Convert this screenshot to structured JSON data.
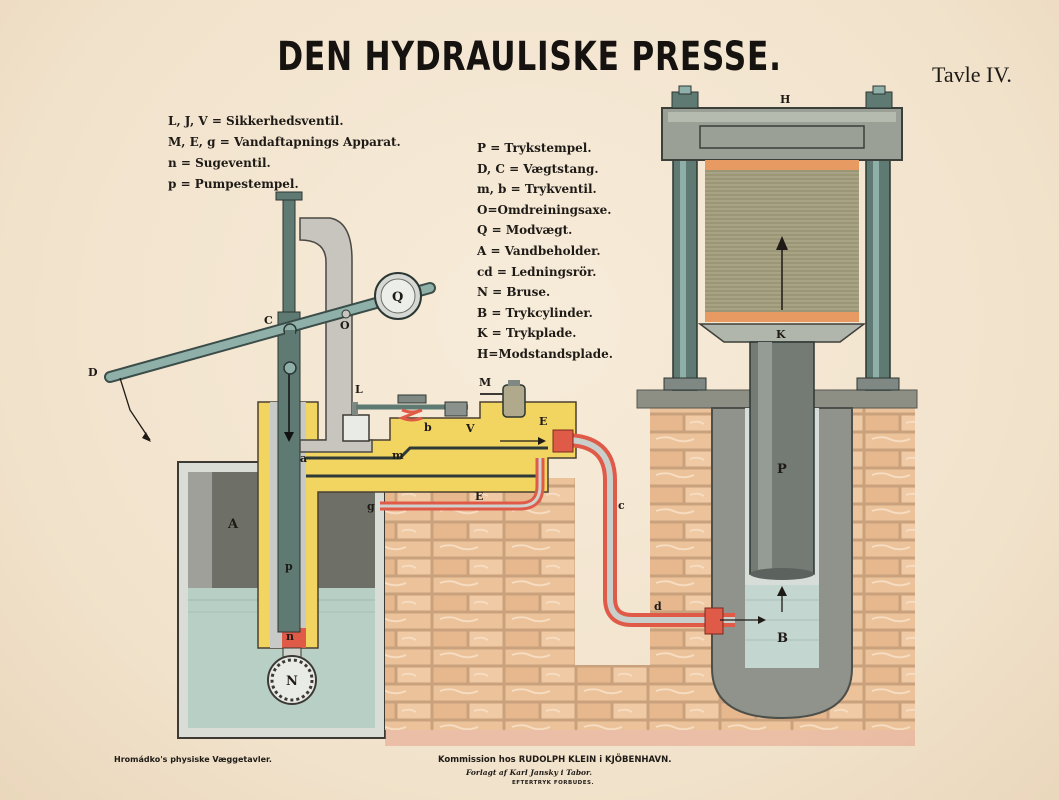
{
  "title": "DEN HYDRAULISKE PRESSE.",
  "plate": "Tavle IV.",
  "legend_left": [
    "L, J, V = Sikkerhedsventil.",
    "M, E, g = Vandaftapnings Apparat.",
    "n = Sugeventil.",
    "p = Pumpestempel."
  ],
  "legend_right": [
    "P = Trykstempel.",
    "D, C = Vægtstang.",
    "m, b = Trykventil.",
    "O=Omdreiningsaxe.",
    "Q = Modvægt.",
    "A = Vandbeholder.",
    "cd = Ledningsrör.",
    "N = Bruse.",
    "B = Trykcylinder.",
    "K = Trykplade.",
    "H=Modstandsplade."
  ],
  "labels": {
    "H": "H",
    "K": "K",
    "P": "P",
    "B": "B",
    "C": "C",
    "O": "O",
    "Q": "Q",
    "D": "D",
    "L": "L",
    "M": "M",
    "b": "b",
    "V": "V",
    "E_top": "E",
    "E_mid": "E",
    "a": "a",
    "m": "m",
    "g": "g",
    "c": "c",
    "d": "d",
    "A": "A",
    "p": "p",
    "n": "n",
    "N": "N"
  },
  "footer": {
    "left": "Hromádko's physiske Væggetavler.",
    "center": "Kommission hos RUDOLPH KLEIN i KJÖBENHAVN.",
    "publisher": "Forlagt af Karl Jansky i Tabor.",
    "note": "EFTERTRYK FORBUDES."
  },
  "colors": {
    "water": "#b8cfc6",
    "steel": "#5f7a72",
    "yellow": "#f2d560",
    "brick": "#e6b88f",
    "copper": "#e05a48",
    "paper_stack": "#a9a586",
    "frame": "#9aa095"
  }
}
